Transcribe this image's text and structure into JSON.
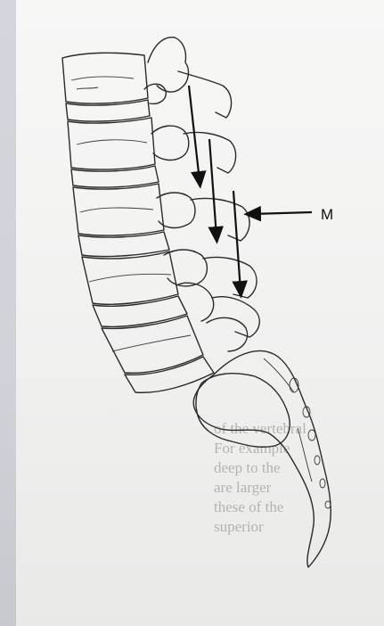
{
  "figure": {
    "label": "M"
  },
  "background_text_bleed": {
    "lines": [
      "of the vertebral",
      "",
      "",
      "",
      "For example",
      "deep to the",
      "are larger",
      "these of the",
      "superior"
    ]
  }
}
